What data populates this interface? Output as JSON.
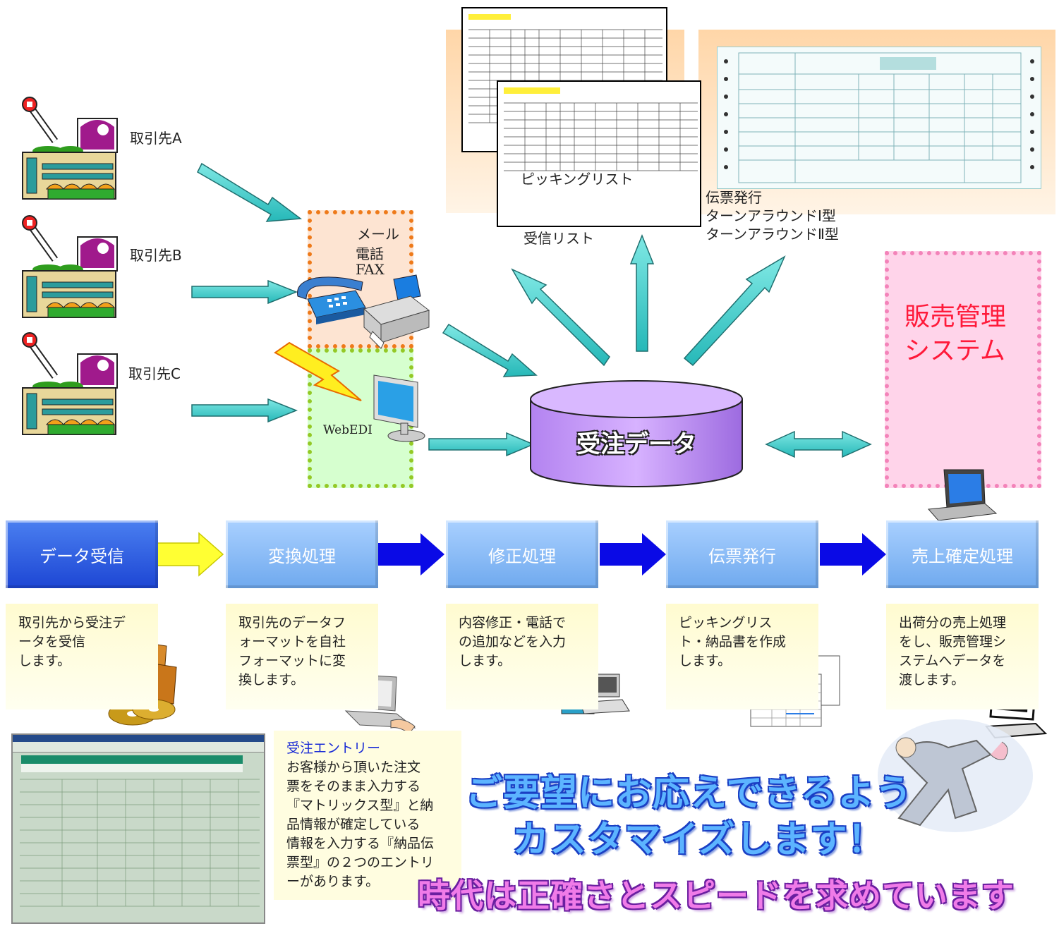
{
  "partners": [
    {
      "label": "取引先A"
    },
    {
      "label": "取引先B"
    },
    {
      "label": "取引先C"
    }
  ],
  "channels": {
    "mail": "メール",
    "phone": "電話",
    "fax": "FAX",
    "webedi": "WebEDI"
  },
  "outputs": {
    "picking": "ピッキングリスト",
    "received": "受信リスト",
    "slip_lines": [
      "伝票発行",
      "ターンアラウンドⅠ型",
      "ターンアラウンドⅡ型"
    ]
  },
  "database": {
    "label": "受注データ"
  },
  "sales_system": {
    "label_line1": "販売管理",
    "label_line2": "システム"
  },
  "steps": [
    {
      "label": "データ受信"
    },
    {
      "label": "変換処理"
    },
    {
      "label": "修正処理"
    },
    {
      "label": "伝票発行"
    },
    {
      "label": "売上確定処理"
    }
  ],
  "notes": [
    {
      "lines": [
        "取引先から受注デ",
        "ータを受信",
        "します。"
      ]
    },
    {
      "lines": [
        "取引先のデータフ",
        "ォーマットを自社",
        "フォーマットに変",
        "換します。"
      ]
    },
    {
      "lines": [
        "内容修正・電話で",
        "の追加などを入力",
        "します。"
      ]
    },
    {
      "lines": [
        "ピッキングリス",
        "ト・納品書を作成",
        "します。"
      ]
    },
    {
      "lines": [
        "出荷分の売上処理",
        "をし、販売管理シ",
        "ステムへデータを",
        "渡します。"
      ]
    }
  ],
  "entry_box": {
    "title": "受注エントリー",
    "lines": [
      "お客様から頂いた注文",
      "票をそのまま入力する",
      "『マトリックス型』と納",
      "品情報が確定している",
      "情報を入力する『納品伝",
      "票型』の２つのエントリ",
      "ーがあります。"
    ]
  },
  "slogan": {
    "line1": "ご要望にお応えできるよう",
    "line2": "カスタマイズします！",
    "line3": "時代は正確さとスピードを求めています"
  },
  "colors": {
    "arrow_teal": "#3cc4c4",
    "step_blue": "#1d46d4",
    "step_light": "#8ec0fa",
    "sales_red": "#ff1a3a",
    "flow_arrow": "#0a0ae6",
    "yellow_arrow": "#ffff33"
  }
}
